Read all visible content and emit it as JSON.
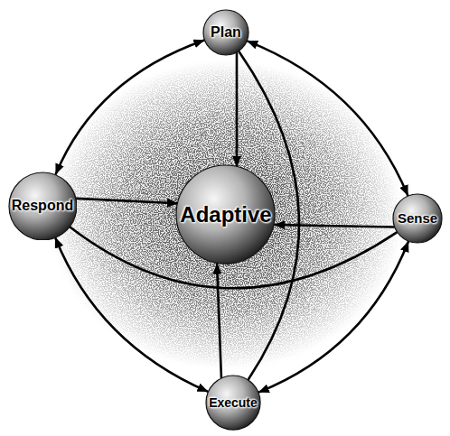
{
  "diagram": {
    "nodes": [
      {
        "text": [
          "Plan"
        ]
      },
      {
        "text": [
          "Respond"
        ]
      },
      {
        "text": [
          "Adaptive"
        ]
      },
      {
        "text": [
          "Sense"
        ]
      },
      {
        "text": [
          "Execute"
        ]
      }
    ],
    "edges": [
      {
        "from": 0,
        "to": 3,
        "arrow": "both"
      },
      {
        "from": 3,
        "to": 4,
        "arrow": "both"
      },
      {
        "from": 4,
        "to": 1,
        "arrow": "both"
      },
      {
        "from": 1,
        "to": 0,
        "arrow": "both"
      },
      {
        "from": 0,
        "to": 2,
        "arrow": "to"
      },
      {
        "from": 1,
        "to": 2,
        "arrow": "to"
      },
      {
        "from": 3,
        "to": 2,
        "arrow": "to"
      },
      {
        "from": 4,
        "to": 2,
        "arrow": "to"
      },
      {
        "from": 0,
        "to": 4,
        "arrow": "none"
      },
      {
        "from": 1,
        "to": 3,
        "arrow": "none"
      }
    ]
  }
}
